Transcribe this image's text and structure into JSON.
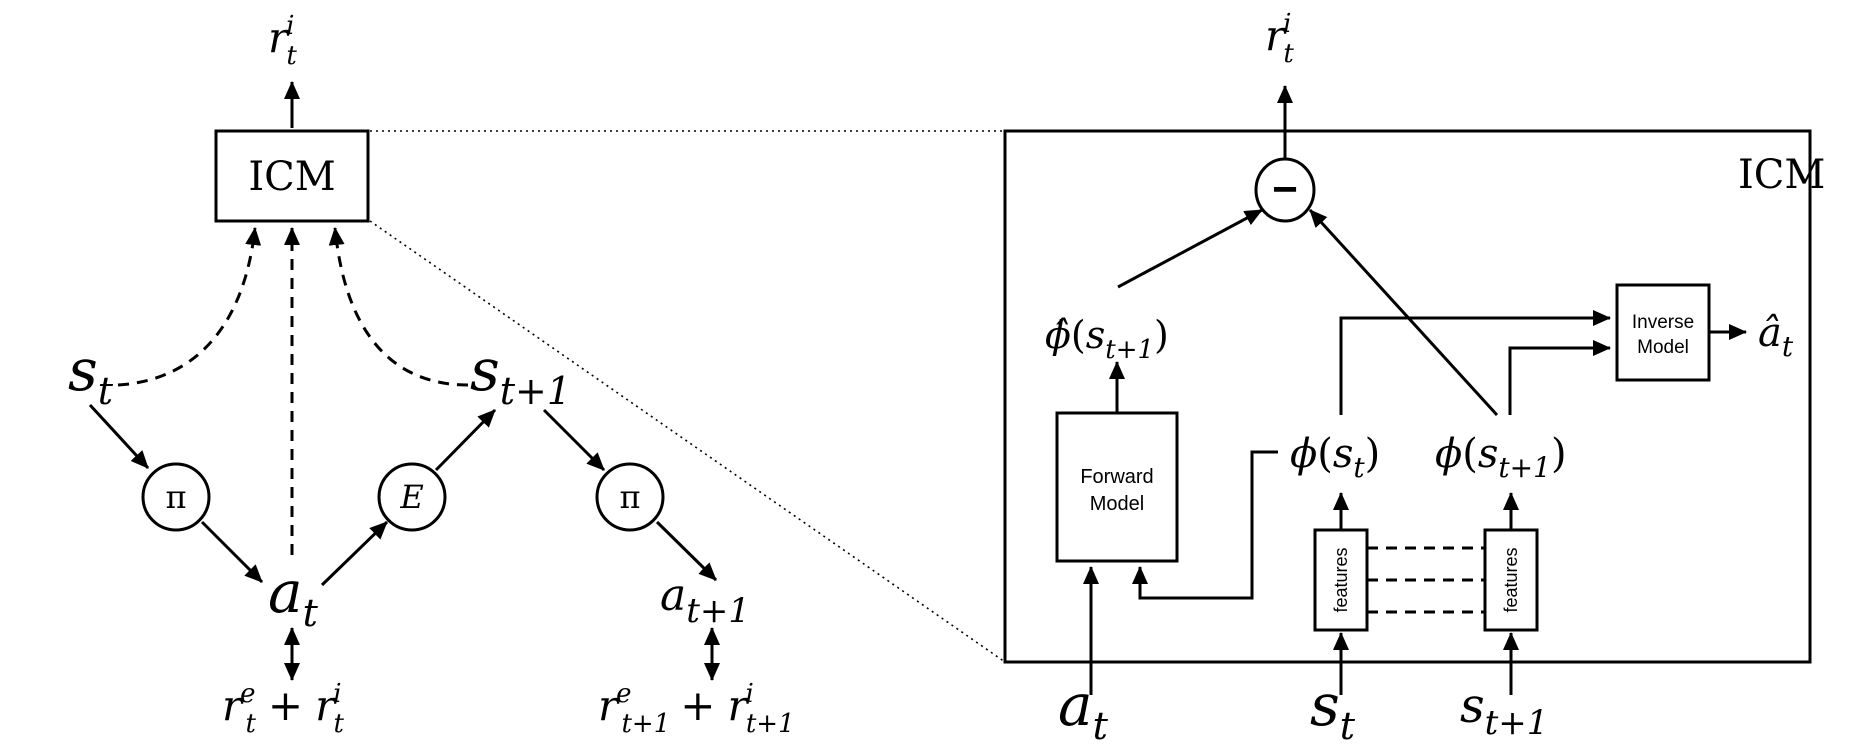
{
  "left_diagram": {
    "icm_box_label": "ICM",
    "top_reward": {
      "base": "r",
      "sup": "i",
      "sub": "t"
    },
    "state_t": {
      "base": "s",
      "sub": "t"
    },
    "state_t1": {
      "base": "s",
      "sub": "t+1"
    },
    "policy_1": "π",
    "policy_2": "π",
    "environment": "E",
    "action_t": {
      "base": "a",
      "sub": "t"
    },
    "action_t1": {
      "base": "a",
      "sub": "t+1"
    },
    "reward_t": {
      "r1": "r",
      "r1_sup": "e",
      "r1_sub": "t",
      "plus": "+",
      "r2": "r",
      "r2_sup": "i",
      "r2_sub": "t"
    },
    "reward_t1": {
      "r1": "r",
      "r1_sup": "e",
      "r1_sub": "t+1",
      "plus": "+",
      "r2": "r",
      "r2_sup": "i",
      "r2_sub": "t+1"
    }
  },
  "right_diagram": {
    "icm_label": "ICM",
    "top_reward": {
      "base": "r",
      "sup": "i",
      "sub": "t"
    },
    "subtract_symbol": "−",
    "phi_hat": {
      "base": "ϕ̂",
      "open": "(",
      "s": "s",
      "sub": "t+1",
      "close": ")"
    },
    "phi_st": {
      "base": "ϕ",
      "open": "(",
      "s": "s",
      "sub": "t",
      "close": ")"
    },
    "phi_st1": {
      "base": "ϕ",
      "open": "(",
      "s": "s",
      "sub": "t+1",
      "close": ")"
    },
    "forward_model": {
      "line1": "Forward",
      "line2": "Model"
    },
    "inverse_model": {
      "line1": "Inverse",
      "line2": "Model"
    },
    "action_hat": {
      "base": "â",
      "sub": "t"
    },
    "features_1": "features",
    "features_2": "features",
    "input_action": {
      "base": "a",
      "sub": "t"
    },
    "input_state_t": {
      "base": "s",
      "sub": "t"
    },
    "input_state_t1": {
      "base": "s",
      "sub": "t+1"
    }
  }
}
